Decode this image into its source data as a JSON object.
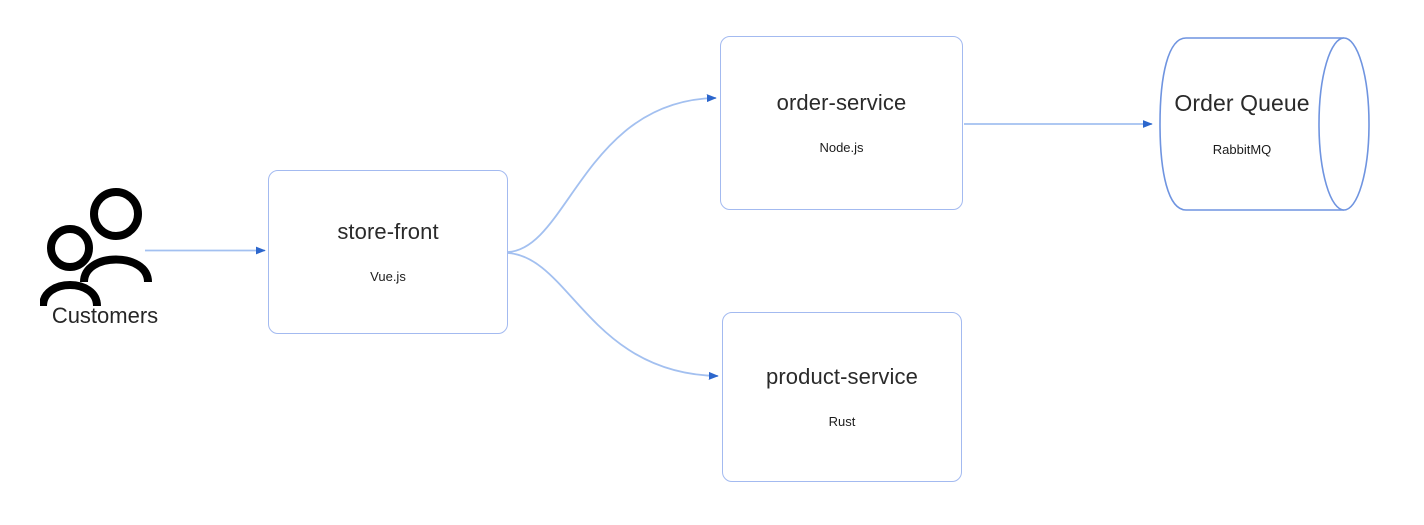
{
  "diagram": {
    "type": "architecture-flow",
    "background_color": "#ffffff",
    "edge_color": "#a3c0f0",
    "arrowhead_color": "#2c66cc",
    "node_border_color": "#a3baf0",
    "text_color": "#2a2a2a",
    "actor": {
      "icon": "two-people-icon",
      "label": "Customers"
    },
    "nodes": [
      {
        "id": "store-front",
        "shape": "rounded-rectangle",
        "title": "store-front",
        "subtitle": "Vue.js"
      },
      {
        "id": "order-service",
        "shape": "rounded-rectangle",
        "title": "order-service",
        "subtitle": "Node.js"
      },
      {
        "id": "product-service",
        "shape": "rounded-rectangle",
        "title": "product-service",
        "subtitle": "Rust"
      },
      {
        "id": "order-queue",
        "shape": "cylinder",
        "title": "Order Queue",
        "subtitle": "RabbitMQ"
      }
    ],
    "edges": [
      {
        "id": "customers-to-store-front",
        "from": "Customers",
        "to": "store-front",
        "style": "straight-arrow"
      },
      {
        "id": "store-front-to-order-service",
        "from": "store-front",
        "to": "order-service",
        "style": "curved-arrow"
      },
      {
        "id": "store-front-to-product-service",
        "from": "store-front",
        "to": "product-service",
        "style": "curved-arrow"
      },
      {
        "id": "order-service-to-order-queue",
        "from": "order-service",
        "to": "Order Queue",
        "style": "straight-arrow"
      }
    ]
  }
}
